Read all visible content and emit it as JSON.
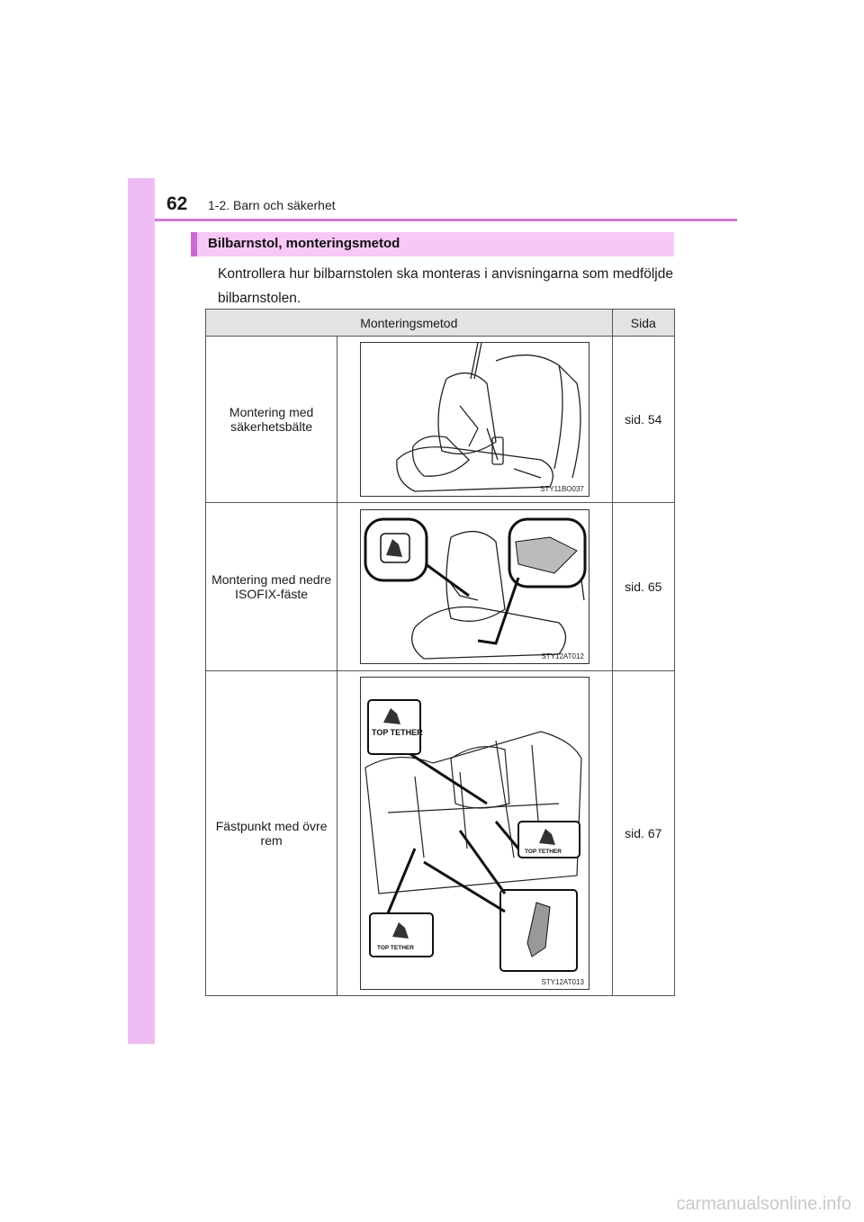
{
  "header": {
    "page_number": "62",
    "section": "1-2. Barn och säkerhet",
    "accent_color": "#eebcf2"
  },
  "heading": "Bilbarnstol, monteringsmetod",
  "intro": "Kontrollera hur bilbarnstolen ska monteras i anvisningarna som medföljde bilbarnstolen.",
  "table": {
    "col_method": "Monteringsmetod",
    "col_page": "Sida",
    "rows": [
      {
        "method": "Montering med säkerhetsbälte",
        "page": "sid. 54",
        "figure_code": "STY11BO037"
      },
      {
        "method": "Montering med nedre ISOFIX-fäste",
        "page": "sid. 65",
        "figure_code": "STY12AT012"
      },
      {
        "method": "Fästpunkt med övre rem",
        "page": "sid. 67",
        "figure_code": "STY12AT013"
      }
    ],
    "tether_label": "TOP TETHER"
  },
  "watermark": "carmanualsonline.info"
}
